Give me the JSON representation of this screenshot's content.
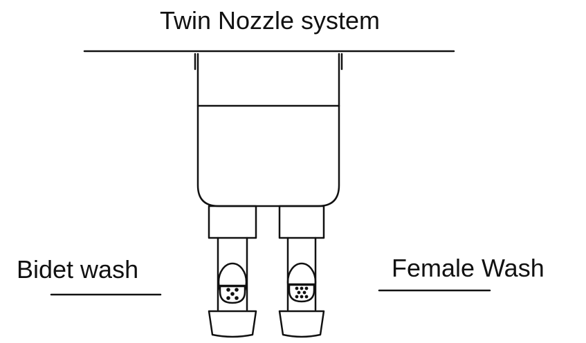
{
  "diagram": {
    "title": "Twin Nozzle system",
    "labels": {
      "left": "Bidet wash",
      "right": "Female Wash"
    },
    "colors": {
      "stroke": "#111111",
      "background": "#ffffff"
    }
  }
}
